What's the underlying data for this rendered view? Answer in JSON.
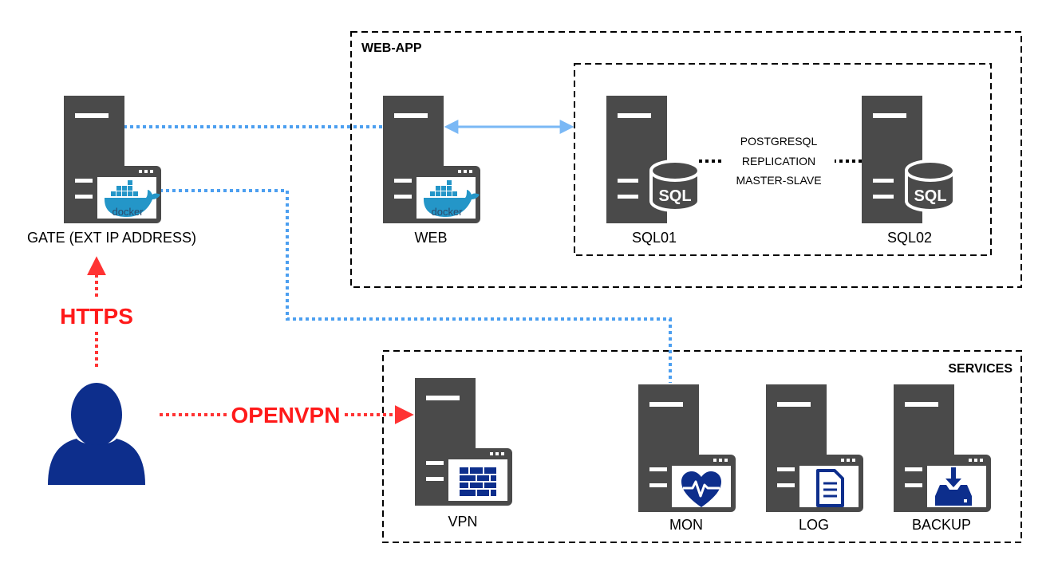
{
  "groups": {
    "web_app": "WEB-APP",
    "services": "SERVICES"
  },
  "nodes": {
    "gate": "GATE (EXT IP ADDRESS)",
    "web": "WEB",
    "sql01": "SQL01",
    "sql02": "SQL02",
    "vpn": "VPN",
    "mon": "MON",
    "log": "LOG",
    "backup": "BACKUP"
  },
  "badges": {
    "docker": "docker",
    "sql": "SQL"
  },
  "replication": {
    "line1": "POSTGRESQL",
    "line2": "REPLICATION",
    "line3": "MASTER-SLAVE"
  },
  "protocols": {
    "https": "HTTPS",
    "openvpn": "OPENVPN"
  },
  "colors": {
    "server": "#4a4a4a",
    "accent_blue": "#4c9ff0",
    "arrow_blue": "#7ab8f5",
    "red": "#ff1a1a",
    "icon_blue": "#0d2e8c",
    "docker_blue": "#2496c8"
  }
}
